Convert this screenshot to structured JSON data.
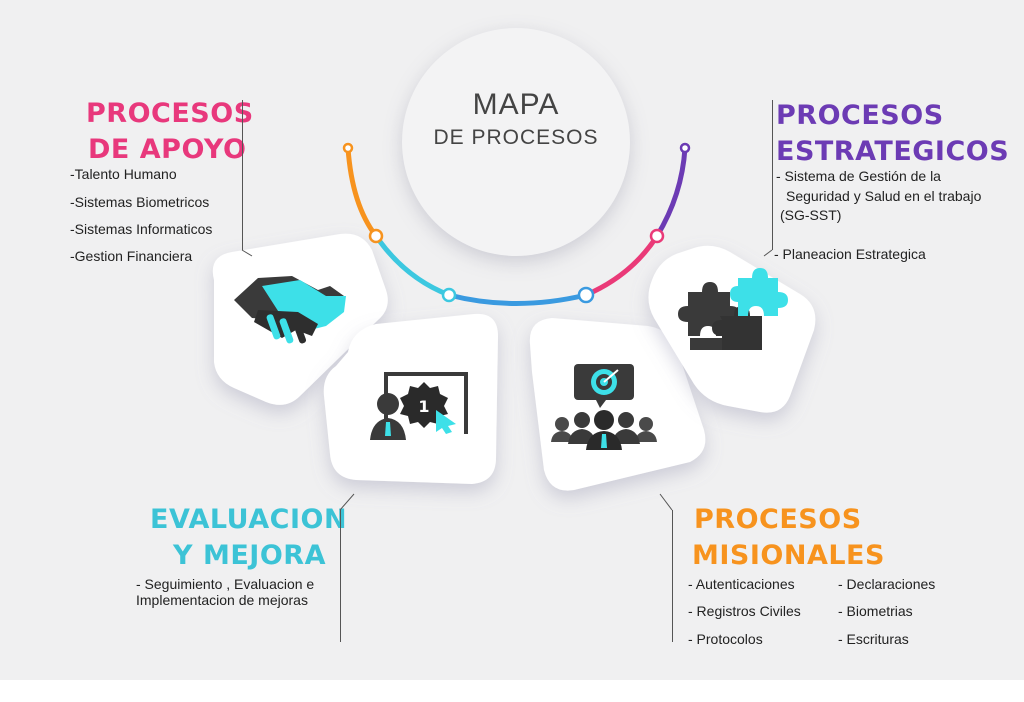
{
  "title": {
    "line1": "MAPA",
    "line2": "DE PROCESOS"
  },
  "colors": {
    "apoyo": "#e8387c",
    "estrategicos": "#6c3bb4",
    "evaluacion": "#3cc3d6",
    "misionales": "#f7931e",
    "arc_orange": "#f7931e",
    "arc_cyan": "#3cc8e0",
    "arc_blue": "#3a9ae0",
    "arc_pink": "#ea3a78",
    "arc_purple": "#6c3bb4"
  },
  "icons": [
    "handshake-icon",
    "presenter-award-icon",
    "team-target-icon",
    "puzzle-icon"
  ],
  "apoyo": {
    "heading_line1": "PROCESOS",
    "heading_line2": "DE APOYO",
    "items": [
      "-Talento Humano",
      "-Sistemas Biometricos",
      "-Sistemas Informaticos",
      "-Gestion Financiera"
    ]
  },
  "estrategicos": {
    "heading_line1": "PROCESOS",
    "heading_line2": "ESTRATEGICOS",
    "item1_line1": "- Sistema de Gestión de la",
    "item1_line2": "Seguridad y Salud en el trabajo",
    "item1_line3": "(SG-SST)",
    "item2": "- Planeacion Estrategica"
  },
  "evaluacion": {
    "heading_line1": "EVALUACION",
    "heading_line2": "Y MEJORA",
    "item_line1": "- Seguimiento , Evaluacion e",
    "item_line2": "Implementacion de mejoras"
  },
  "misionales": {
    "heading_line1": "PROCESOS",
    "heading_line2": "MISIONALES",
    "col1": [
      "- Autenticaciones",
      "- Registros Civiles",
      "- Protocolos"
    ],
    "col2": [
      "- Declaraciones",
      "- Biometrias",
      "- Escrituras"
    ]
  }
}
